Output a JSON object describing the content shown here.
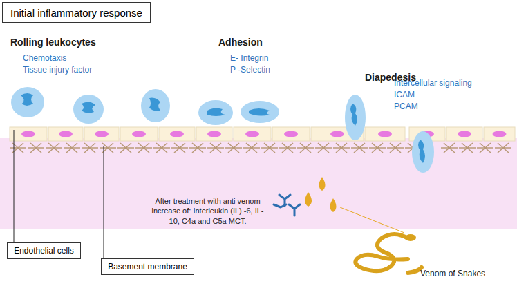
{
  "diagram": {
    "nodes": [
      {
        "text": [
          "Initial inflammatory response"
        ]
      },
      {
        "text": [
          "Endothelial cells"
        ]
      },
      {
        "text": [
          "Basement membrane"
        ]
      }
    ],
    "labels": [
      "Rolling leukocytes",
      "Chemotaxis",
      "Tissue injury factor",
      "Adhesion",
      "E- Integrin",
      "P -Selectin",
      "Diapedesis",
      "Intercellular signaling",
      "ICAM",
      "PCAM",
      "After treatment with anti venom increase of: Interleukin (IL) -6, IL-10, C4a and C5a MCT.",
      "Venom of Snakes"
    ]
  }
}
